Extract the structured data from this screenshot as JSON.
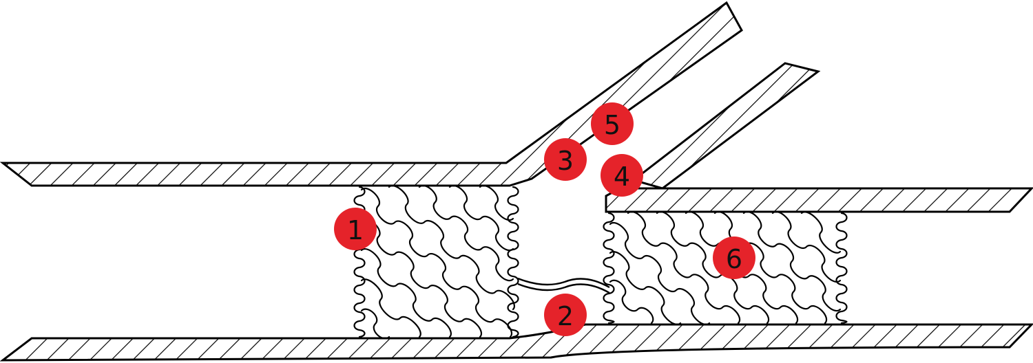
{
  "diagram": {
    "markers": [
      {
        "id": "1",
        "label": "1"
      },
      {
        "id": "2",
        "label": "2"
      },
      {
        "id": "3",
        "label": "3"
      },
      {
        "id": "4",
        "label": "4"
      },
      {
        "id": "5",
        "label": "5"
      },
      {
        "id": "6",
        "label": "6"
      }
    ]
  }
}
